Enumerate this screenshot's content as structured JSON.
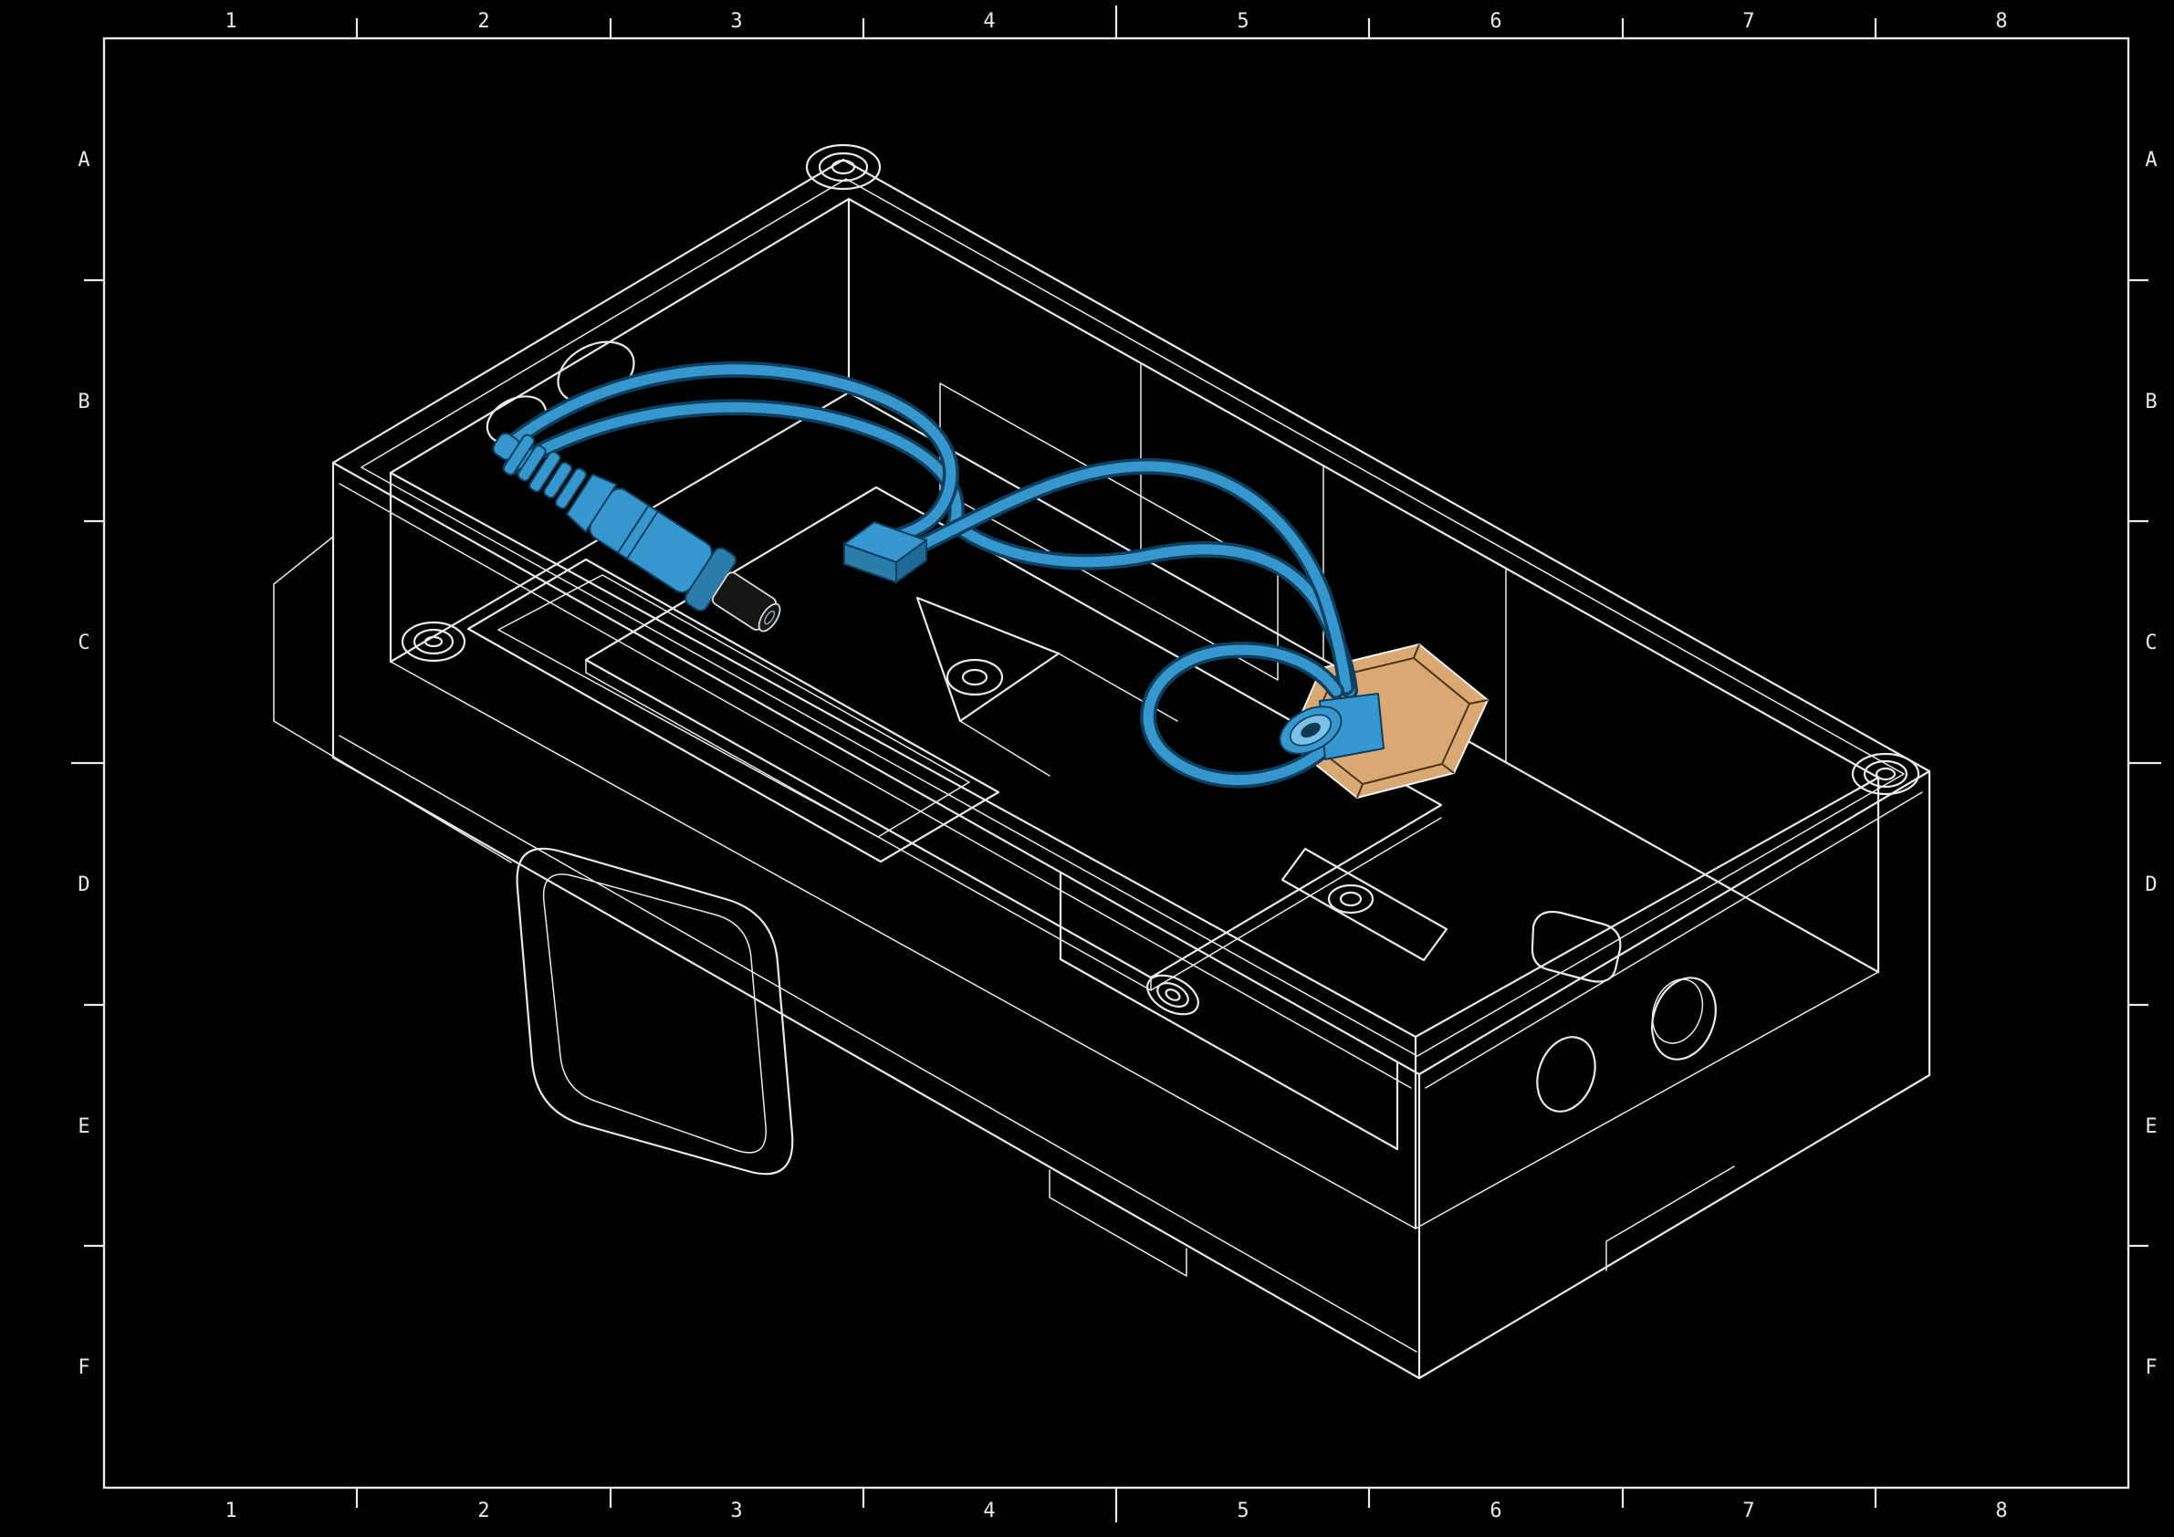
{
  "colors": {
    "background": "#000000",
    "line": "#e9e9e9",
    "blue": "#3697cf",
    "blue_dark": "#0e3f5e",
    "blue_light": "#7cc1e8",
    "brass": "#d9a873",
    "brass_dark": "#4a3418"
  },
  "border": {
    "columns": [
      "1",
      "2",
      "3",
      "4",
      "5",
      "6",
      "7",
      "8"
    ],
    "rows": [
      "A",
      "B",
      "C",
      "D",
      "E",
      "F"
    ]
  },
  "drawing": {
    "name": "isometric-cad-view-open-enclosure-with-highlighted-cable-assembly-and-brass-gland-nut"
  }
}
